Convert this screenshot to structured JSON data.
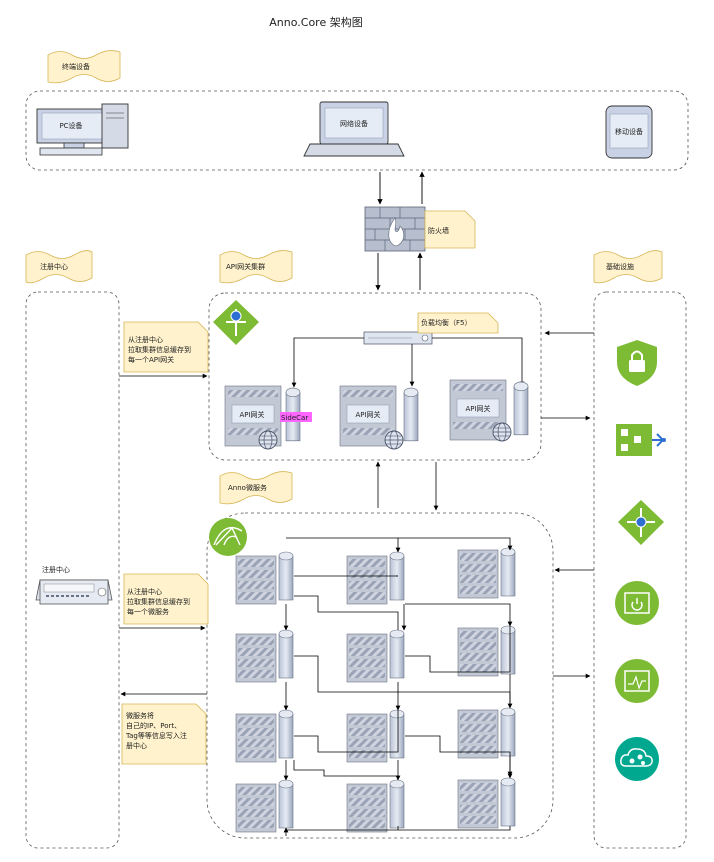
{
  "title": "Anno.Core 架构图",
  "groups": {
    "terminal": "终端设备",
    "registry": "注册中心",
    "gateway_cluster": "API网关集群",
    "micro": "Anno微服务",
    "infra": "基础设施"
  },
  "devices": {
    "pc": "PC设备",
    "net": "网络设备",
    "mobile": "移动设备"
  },
  "firewall": "防火墙",
  "load_balancer": "负载均衡（F5）",
  "gateway_label": "API网关",
  "sidecar": "SideCar",
  "registry_device": "注册中心",
  "notes": {
    "pull_gateway": [
      "从注册中心",
      "拉取集群信息缓存到",
      "每一个API网关"
    ],
    "pull_service": [
      "从注册中心",
      "拉取集群信息缓存到",
      "每一个微服务"
    ],
    "register": [
      "微服务将",
      "自己的IP、Port、",
      "Tag等等信息写入注",
      "册中心"
    ]
  },
  "infra_icons": [
    "lock-shield-icon",
    "network-hub-icon",
    "load-balancer-icon",
    "monitor-icon",
    "dashboard-icon",
    "cloud-service-icon"
  ],
  "colors": {
    "note_fill": "#fff2cc",
    "note_stroke": "#d6b656",
    "green": "#7dbb35",
    "teal": "#00a88f",
    "sidecar": "#ff66ff"
  }
}
